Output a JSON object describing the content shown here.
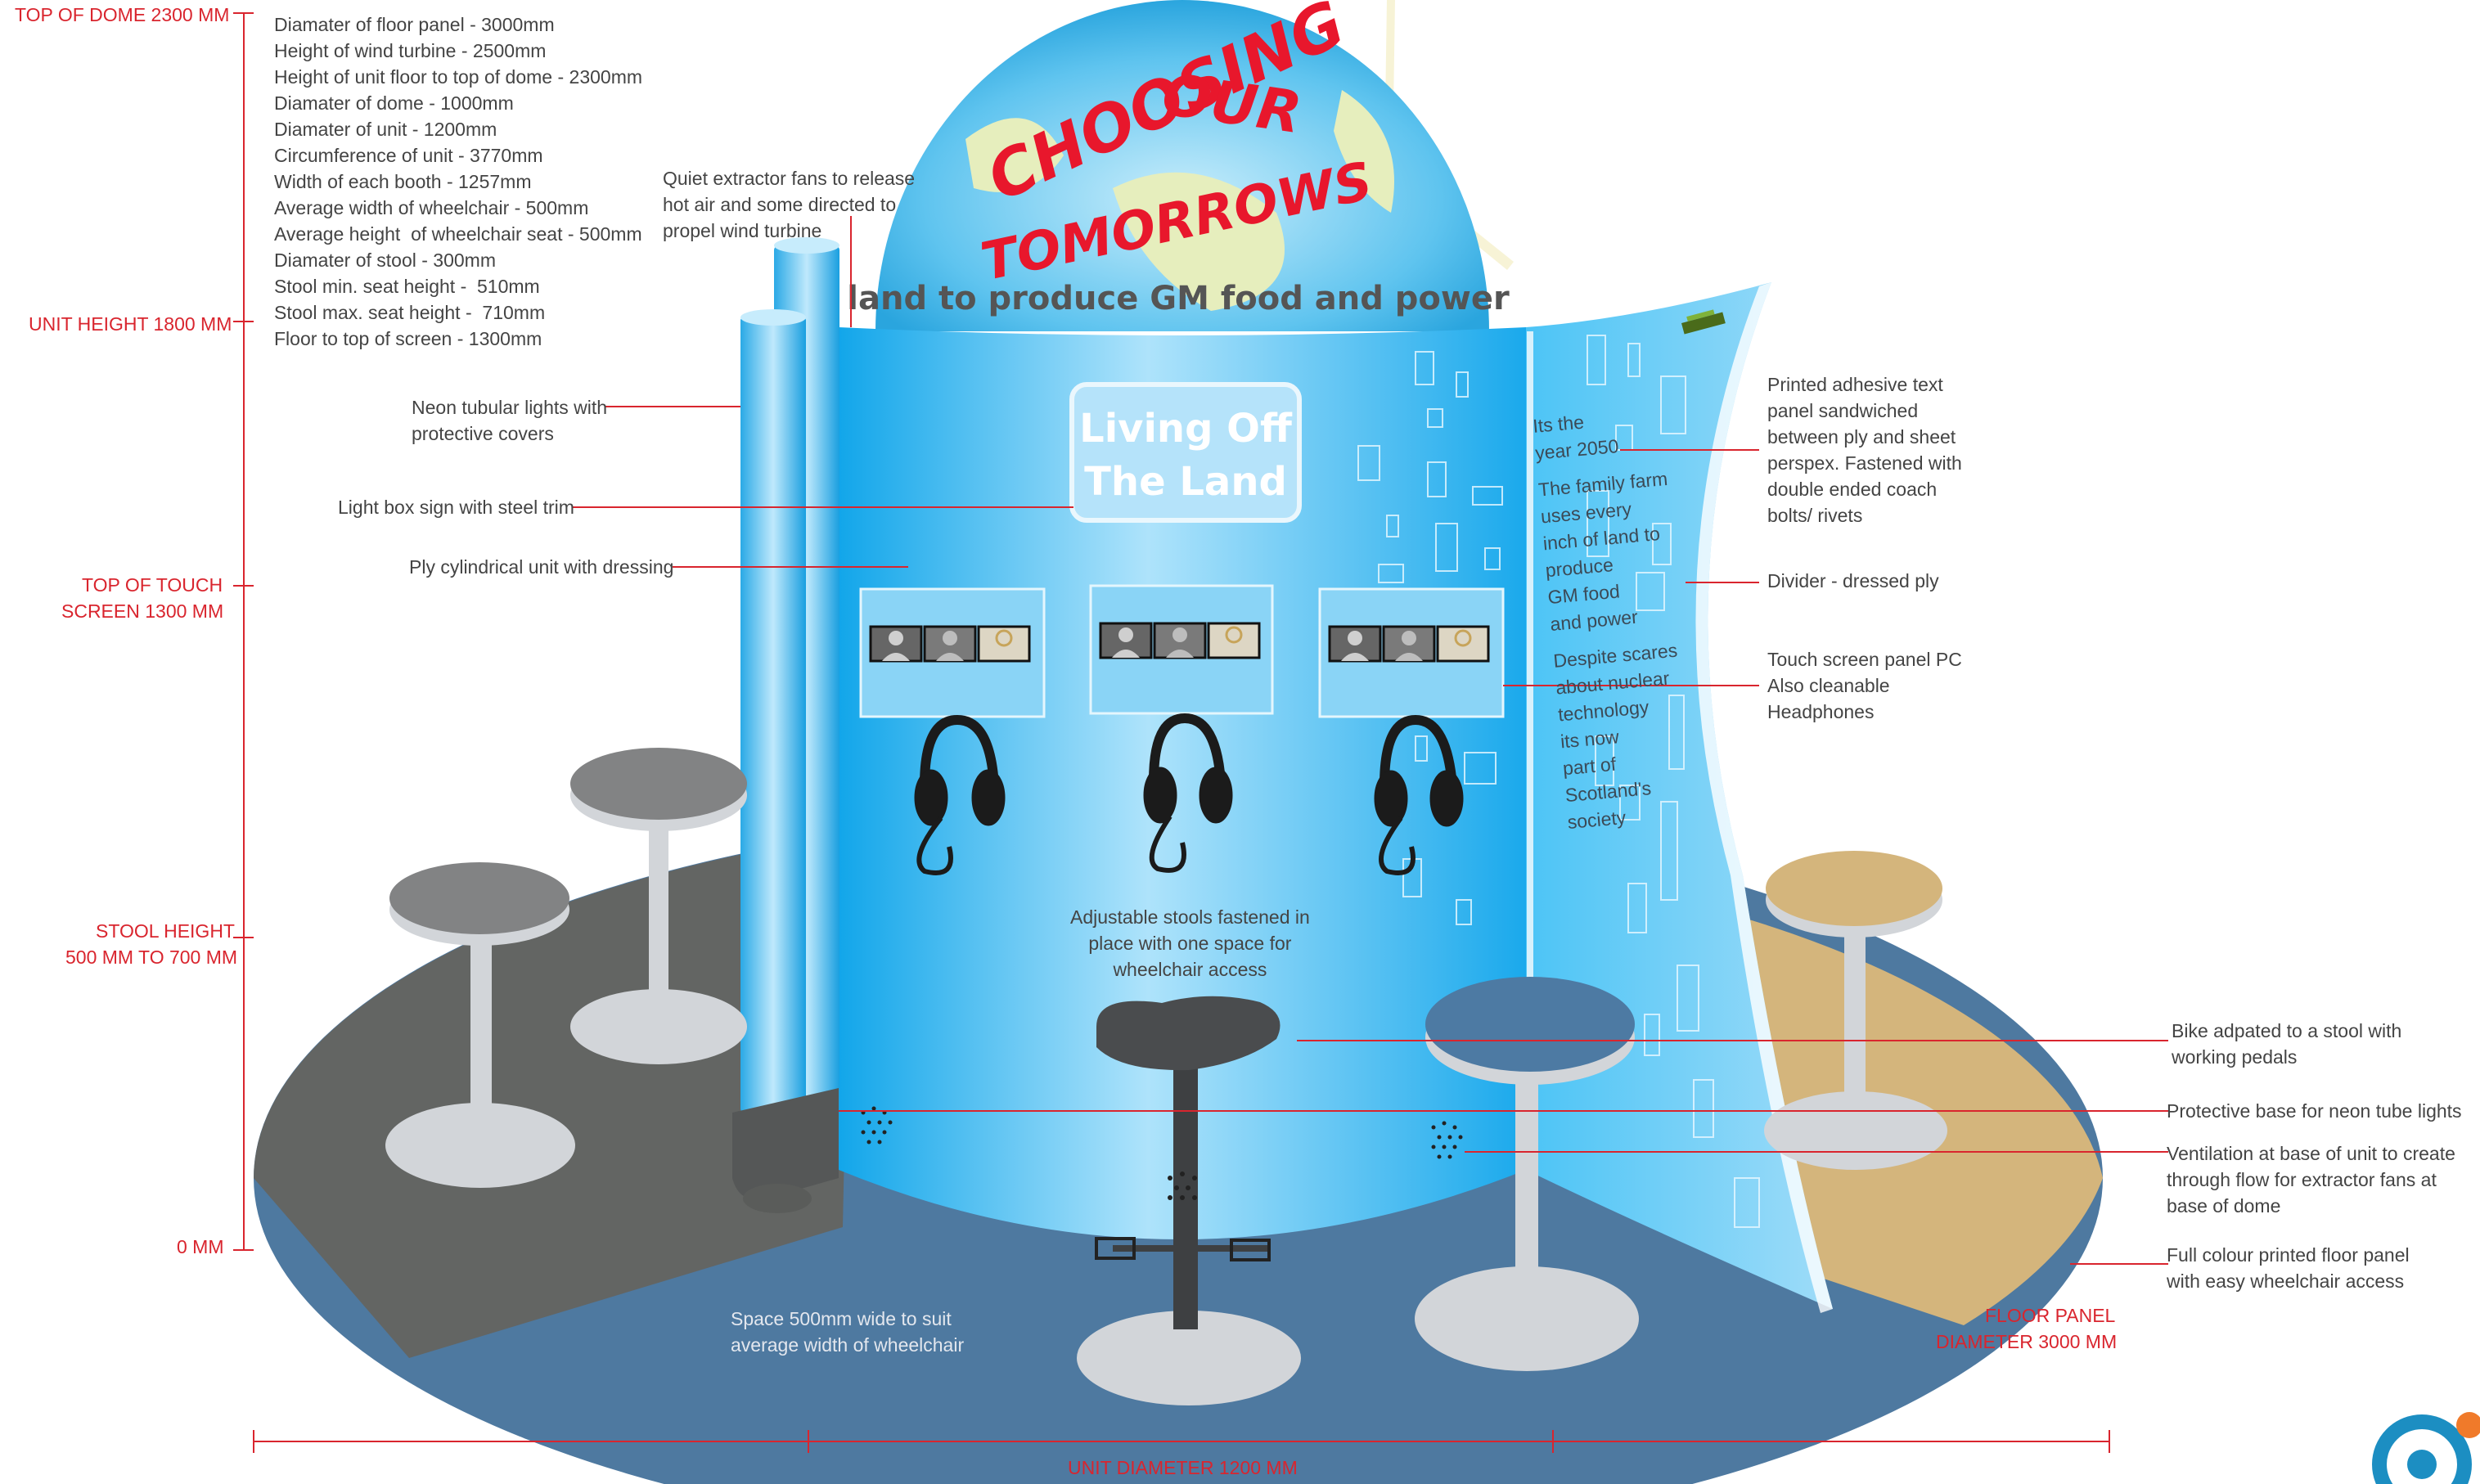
{
  "dome": {
    "headline": [
      "CHOOSING",
      "OUR",
      "TOMORROWS"
    ],
    "band_text": "land to produce GM food and power"
  },
  "sign": {
    "line1": "Living Off",
    "line2": "The Land"
  },
  "divider_text": [
    "Its the",
    "year 2050",
    "The family farm",
    "uses every",
    "inch of land to",
    "produce",
    "GM food",
    "and power",
    "Despite scares",
    "about nuclear",
    "technology",
    "its now",
    "part of",
    "Scotland's",
    "society"
  ],
  "specs": [
    "Diamater of floor panel - 3000mm",
    "Height of wind turbine - 2500mm",
    "Height of unit floor to top of dome - 2300mm",
    "Diamater of dome - 1000mm",
    "Diamater of unit - 1200mm",
    "Circumference of unit - 3770mm",
    "Width of each booth - 1257mm",
    "Average width of wheelchair - 500mm",
    "Average height  of wheelchair seat - 500mm",
    "Diamater of stool - 300mm",
    "Stool min. seat height -  510mm",
    "Stool max. seat height -  710mm",
    "Floor to top of screen - 1300mm"
  ],
  "scale": {
    "top_dome": "TOP OF DOME 2300 MM",
    "unit_height": "UNIT HEIGHT 1800 MM",
    "touch_1": "TOP OF TOUCH",
    "touch_2": "SCREEN 1300 MM",
    "stool_1": "STOOL HEIGHT",
    "stool_2": "500 MM TO 700 MM",
    "zero": "0 MM"
  },
  "annotations": {
    "extractor": "Quiet extractor fans to release\nhot air and some directed to\npropel wind turbine",
    "neon": "Neon tubular lights with\nprotective covers",
    "lightbox": "Light box sign with steel trim",
    "ply": "Ply cylindrical unit with dressing",
    "stools": "Adjustable stools fastened in\nplace with one space for\nwheelchair access",
    "space": "Space 500mm wide to suit\naverage width of wheelchair",
    "printed": "Printed adhesive text\npanel sandwiched\nbetween ply and sheet\nperspex. Fastened with\ndouble ended coach\nbolts/ rivets",
    "divider": "Divider - dressed ply",
    "touch": "Touch screen panel PC\nAlso cleanable\nHeadphones",
    "bike": "Bike adpated to a stool with\nworking pedals",
    "base": "Protective base for neon tube lights",
    "vent": "Ventilation at base of unit to create\nthrough flow for extractor fans at\nbase of dome",
    "floor": "Full colour printed floor panel\nwith easy wheelchair access",
    "floor_panel_1": "FLOOR PANEL",
    "floor_panel_2": "DIAMETER 3000 MM",
    "unit_diameter": "UNIT DIAMETER 1200 MM"
  },
  "colors": {
    "accent_red": "#d9252e",
    "cylinder_blue": "#33b5ee",
    "floor_blue": "#4e79a0",
    "floor_grey": "#636563",
    "floor_tan": "#d4b57c"
  }
}
